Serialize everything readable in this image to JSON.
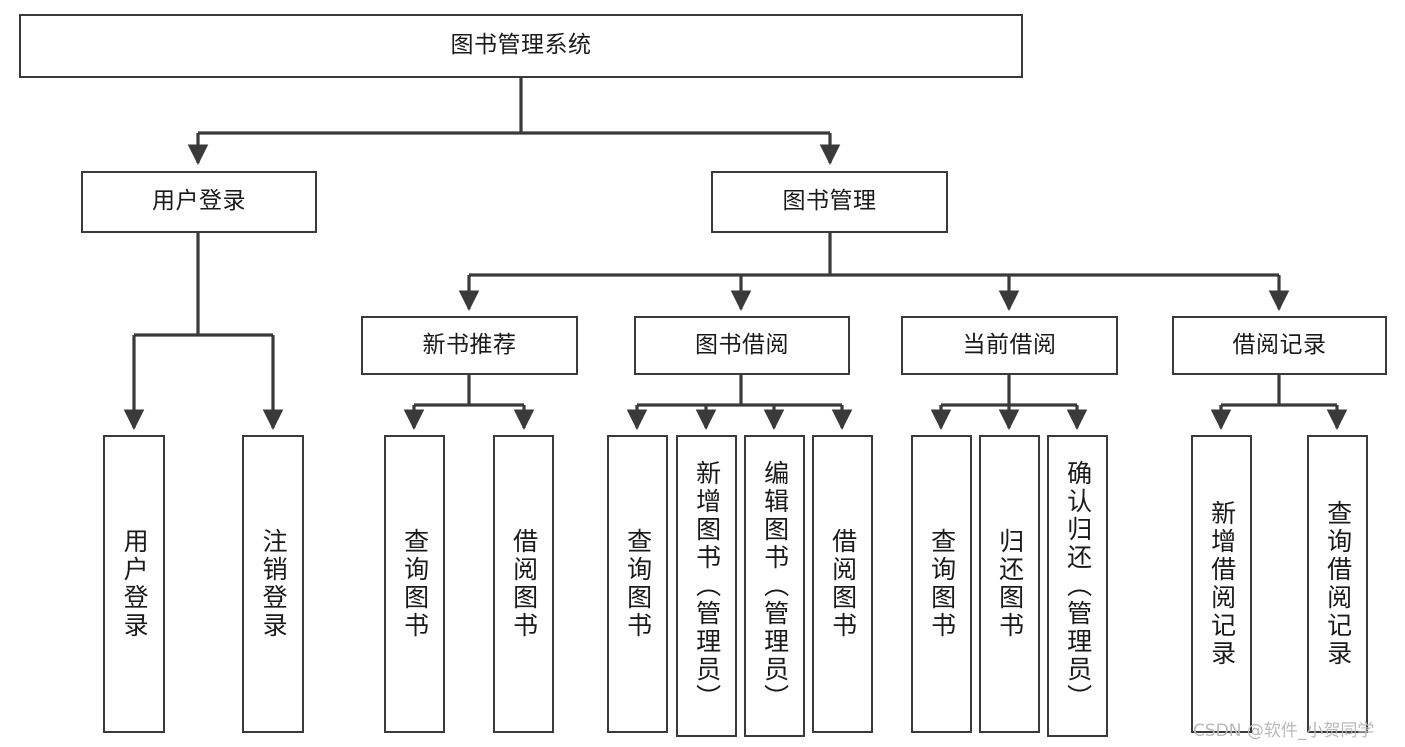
{
  "diagram": {
    "title": "图书管理系统",
    "watermark": "CSDN @软件_小贺同学",
    "colors": {
      "border": "#3a3a3a",
      "background": "#ffffff",
      "text": "#1a1a1a",
      "watermark": "#b9b9b9"
    },
    "root": {
      "label": "图书管理系统"
    },
    "level2": [
      {
        "label": "用户登录"
      },
      {
        "label": "图书管理"
      }
    ],
    "level3": [
      {
        "label": "新书推荐"
      },
      {
        "label": "图书借阅"
      },
      {
        "label": "当前借阅"
      },
      {
        "label": "借阅记录"
      }
    ],
    "leaves": {
      "user_login": [
        {
          "label": "用户登录"
        },
        {
          "label": "注销登录"
        }
      ],
      "new_book": [
        {
          "label": "查询图书"
        },
        {
          "label": "借阅图书"
        }
      ],
      "book_borrow": [
        {
          "label": "查询图书"
        },
        {
          "label": "新增图书（管理员）"
        },
        {
          "label": "编辑图书（管理员）"
        },
        {
          "label": "借阅图书"
        }
      ],
      "current_borrow": [
        {
          "label": "查询图书"
        },
        {
          "label": "归还图书"
        },
        {
          "label": "确认归还（管理员）"
        }
      ],
      "borrow_record": [
        {
          "label": "新增借阅记录"
        },
        {
          "label": "查询借阅记录"
        }
      ]
    }
  }
}
